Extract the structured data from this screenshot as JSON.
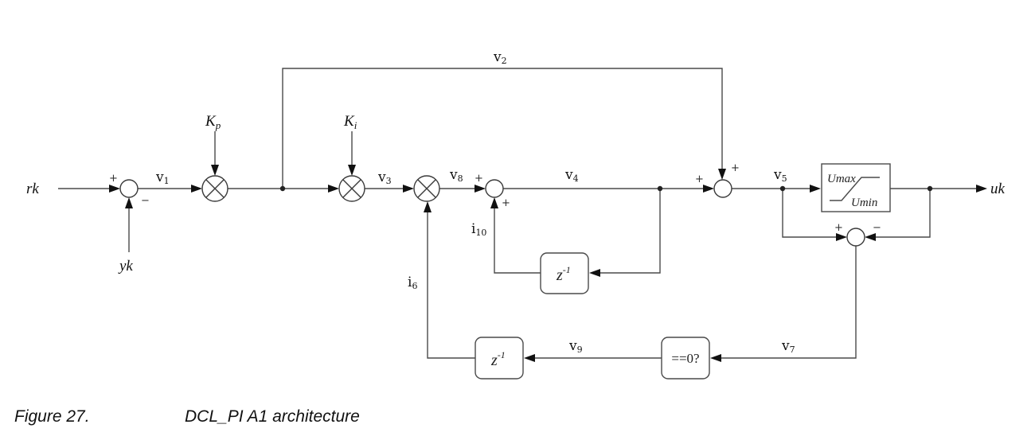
{
  "diagram": {
    "inputs": {
      "reference": "rk",
      "feedback": "yk",
      "output": "uk"
    },
    "gains": {
      "proportional": {
        "base": "K",
        "sub": "p"
      },
      "integral": {
        "base": "K",
        "sub": "i"
      }
    },
    "signals": {
      "v1": {
        "base": "v",
        "sub": "1"
      },
      "v2": {
        "base": "v",
        "sub": "2"
      },
      "v3": {
        "base": "v",
        "sub": "3"
      },
      "v4": {
        "base": "v",
        "sub": "4"
      },
      "v5": {
        "base": "v",
        "sub": "5"
      },
      "v7": {
        "base": "v",
        "sub": "7"
      },
      "v8": {
        "base": "v",
        "sub": "8"
      },
      "v9": {
        "base": "v",
        "sub": "9"
      },
      "i6": {
        "base": "i",
        "sub": "6"
      },
      "i10": {
        "base": "i",
        "sub": "10"
      }
    },
    "signs": {
      "plus": "+",
      "minus": "−"
    },
    "saturation": {
      "upper": "Umax",
      "lower": "Umin"
    },
    "delay": {
      "base": "z",
      "exp": "-1"
    },
    "compare": "==0?"
  },
  "caption": {
    "number": "Figure 27.",
    "title": "DCL_PI A1 architecture"
  }
}
